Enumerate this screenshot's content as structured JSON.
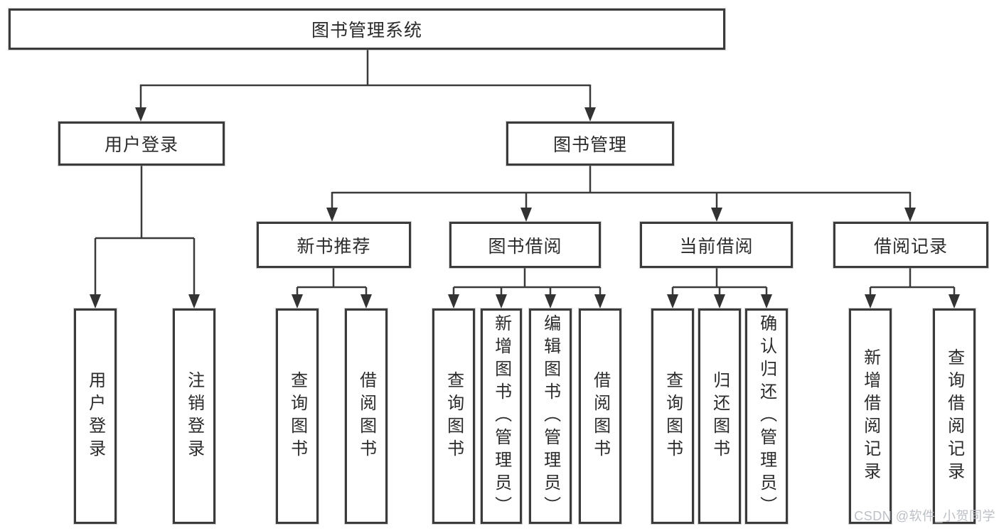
{
  "tree": {
    "root": {
      "label": "图书管理系统"
    },
    "branches": [
      {
        "label": "用户登录",
        "children": [
          {
            "label": "用户登录"
          },
          {
            "label": "注销登录"
          }
        ]
      },
      {
        "label": "图书管理",
        "children": [
          {
            "label": "新书推荐",
            "children": [
              {
                "label": "查询图书"
              },
              {
                "label": "借阅图书"
              }
            ]
          },
          {
            "label": "图书借阅",
            "children": [
              {
                "label": "查询图书"
              },
              {
                "label": "新增图书（管理员）"
              },
              {
                "label": "编辑图书（管理员）"
              },
              {
                "label": "借阅图书"
              }
            ]
          },
          {
            "label": "当前借阅",
            "children": [
              {
                "label": "查询图书"
              },
              {
                "label": "归还图书"
              },
              {
                "label": "确认归还（管理员）"
              }
            ]
          },
          {
            "label": "借阅记录",
            "children": [
              {
                "label": "新增借阅记录"
              },
              {
                "label": "查询借阅记录"
              }
            ]
          }
        ]
      }
    ]
  },
  "watermark": {
    "text": "CSDN @软件_小贺同学"
  },
  "colors": {
    "line": "#3a3a3a",
    "border": "#3b3b3b",
    "text": "#2b2b2b",
    "background": "#ffffff",
    "watermark": "#bcc0c6"
  }
}
